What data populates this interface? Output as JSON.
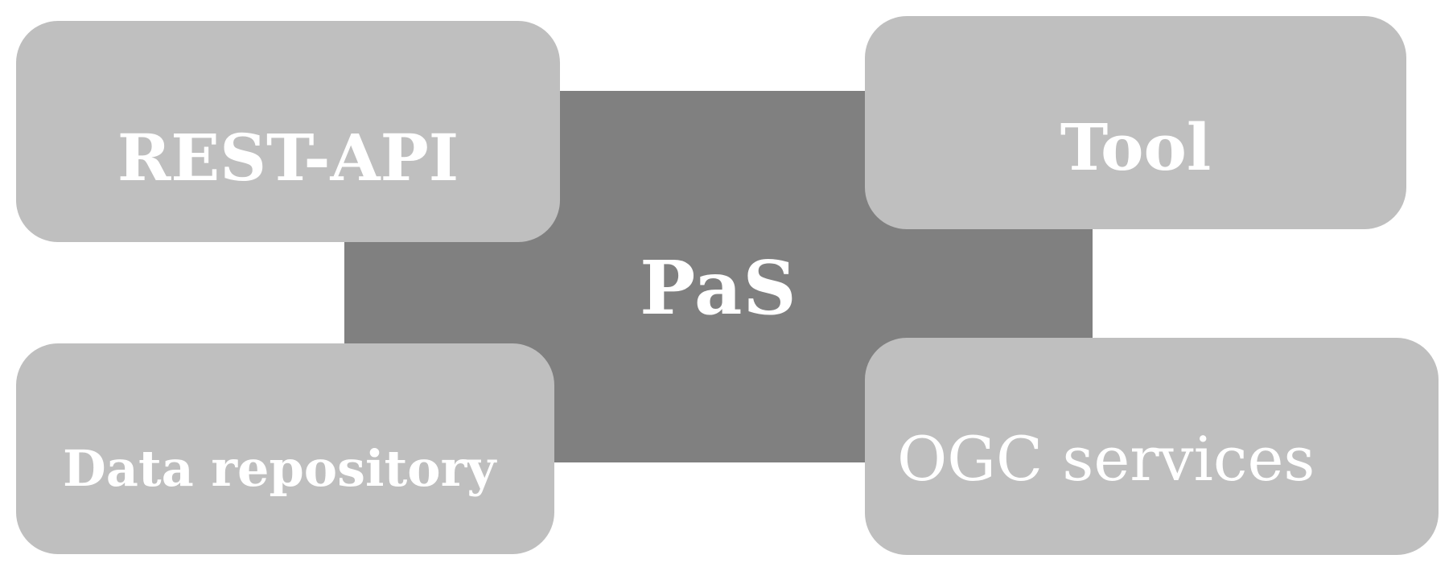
{
  "diagram": {
    "center": {
      "label": "PaS",
      "color": "#808080"
    },
    "nodes": [
      {
        "id": "rest",
        "label": "REST-API"
      },
      {
        "id": "tool",
        "label": "Tool"
      },
      {
        "id": "data",
        "label": "Data repository"
      },
      {
        "id": "ogc",
        "label": "OGC services"
      }
    ],
    "node_color": "#bfbfbf",
    "text_color": "#ffffff"
  }
}
